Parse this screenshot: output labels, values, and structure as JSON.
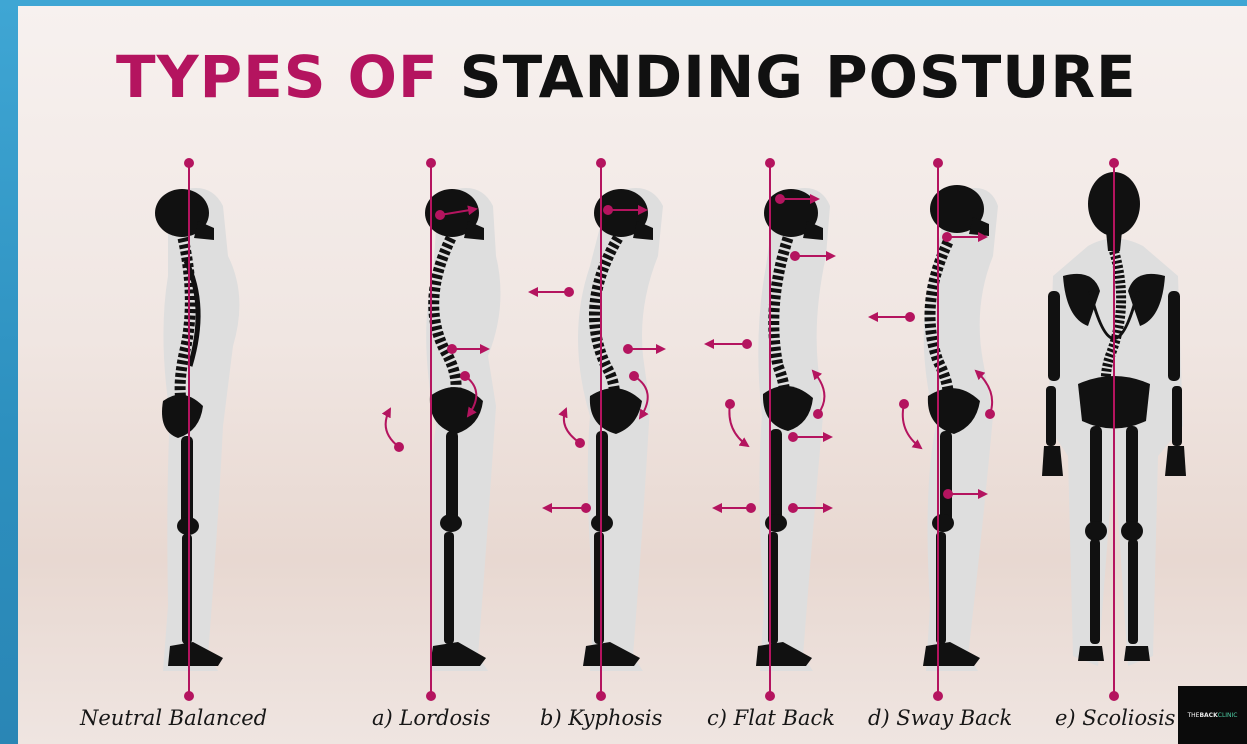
{
  "title": {
    "part1": "TYPES OF",
    "part2": "STANDING POSTURE"
  },
  "postures": [
    {
      "label": "Neutral Balanced",
      "view": "side"
    },
    {
      "label": "a) Lordosis",
      "view": "side"
    },
    {
      "label": "b) Kyphosis",
      "view": "side"
    },
    {
      "label": "c) Flat Back",
      "view": "side"
    },
    {
      "label": "d) Sway Back",
      "view": "side"
    },
    {
      "label": "e) Scoliosis",
      "view": "back"
    }
  ],
  "logo": {
    "part1": "THE",
    "part2": "BACK",
    "part3": "CLINIC"
  },
  "colors": {
    "accent": "#b4145f",
    "skeleton": "#111111",
    "silhouette": "#dcdcdc",
    "frame": "#3fa6d4"
  }
}
